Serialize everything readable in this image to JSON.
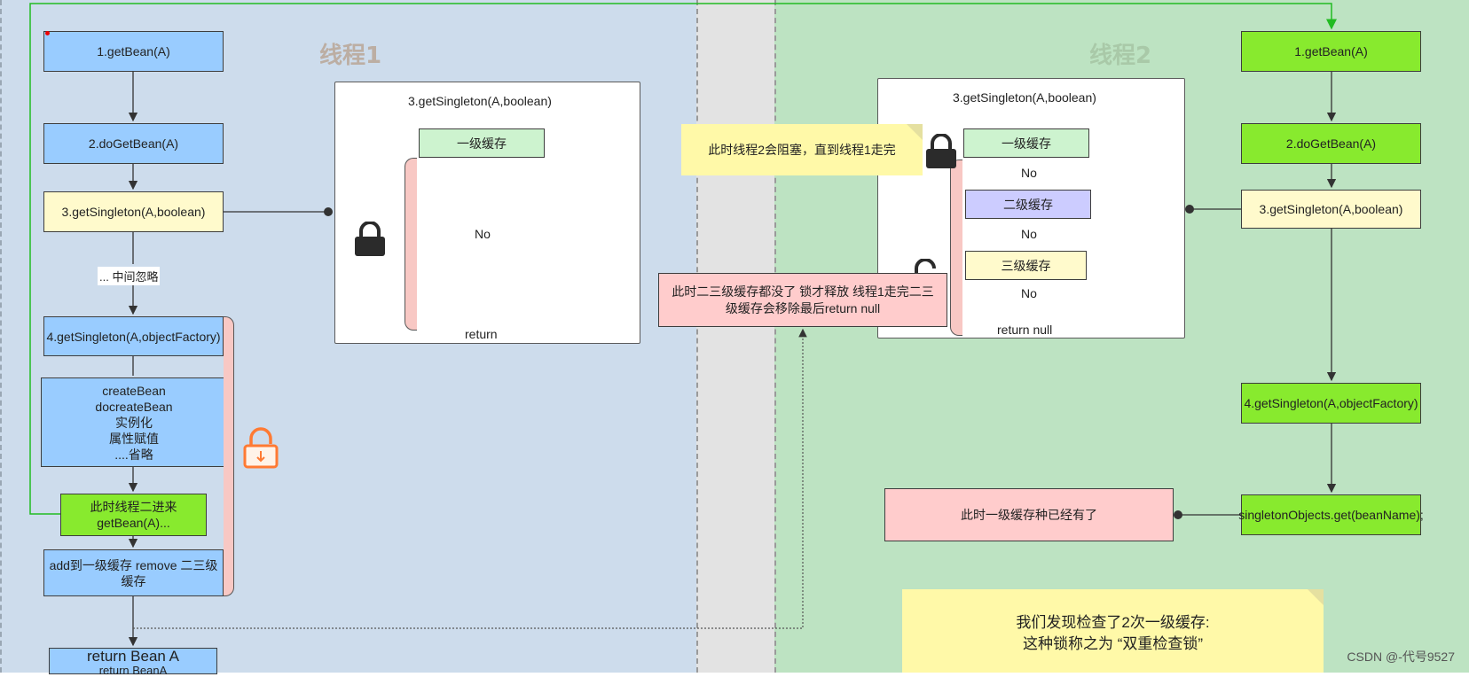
{
  "lanes": {
    "thread1_title": "线程1",
    "thread2_title": "线程2"
  },
  "thread1": {
    "get_bean": "1.getBean(A)",
    "do_get_bean": "2.doGetBean(A)",
    "get_singleton_bool": "3.getSingleton(A,boolean)",
    "ignored": "... 中间忽略",
    "get_singleton_factory": "4.getSingleton(A,objectFactory)",
    "create_bean_lines": [
      "createBean",
      "docreateBean",
      "实例化",
      "属性赋值",
      "....省略"
    ],
    "thread2_enters": "此时线程二进来 getBean(A)...",
    "add_cache": "add到一级缓存 remove 二三级缓存",
    "return_bean_title": "return Bean A",
    "return_bean_sub": "return BeanA"
  },
  "panel1": {
    "title": "3.getSingleton(A,boolean)",
    "level1": "一级缓存",
    "no": "No",
    "return": "return"
  },
  "panel2": {
    "title": "3.getSingleton(A,boolean)",
    "level1": "一级缓存",
    "no1": "No",
    "level2": "二级缓存",
    "no2": "No",
    "level3": "三级缓存",
    "no3": "No",
    "return_null": "return null"
  },
  "notes": {
    "blocked": "此时线程2会阻塞，直到线程1走完",
    "release": "此时二三级缓存都没了 锁才释放 线程1走完二三级缓存会移除最后return null",
    "already": "此时一级缓存种已经有了",
    "summary_line1": "我们发现检查了2次一级缓存:",
    "summary_line2": "这种锁称之为 “双重检查锁”"
  },
  "thread2": {
    "get_bean": "1.getBean(A)",
    "do_get_bean": "2.doGetBean(A)",
    "get_singleton_bool": "3.getSingleton(A,boolean)",
    "get_singleton_factory": "4.getSingleton(A,objectFactory)",
    "singleton_objects": "singletonObjects.get(beanName);"
  },
  "watermark": "CSDN @-代号9527",
  "colors": {
    "blue": "#99ccff",
    "green": "#88ea2e",
    "lightyellow": "#fffacc",
    "pink": "#ffcccc",
    "lane1": "#cddcec",
    "lane2": "#bde3c2",
    "note": "#fff9a8"
  }
}
